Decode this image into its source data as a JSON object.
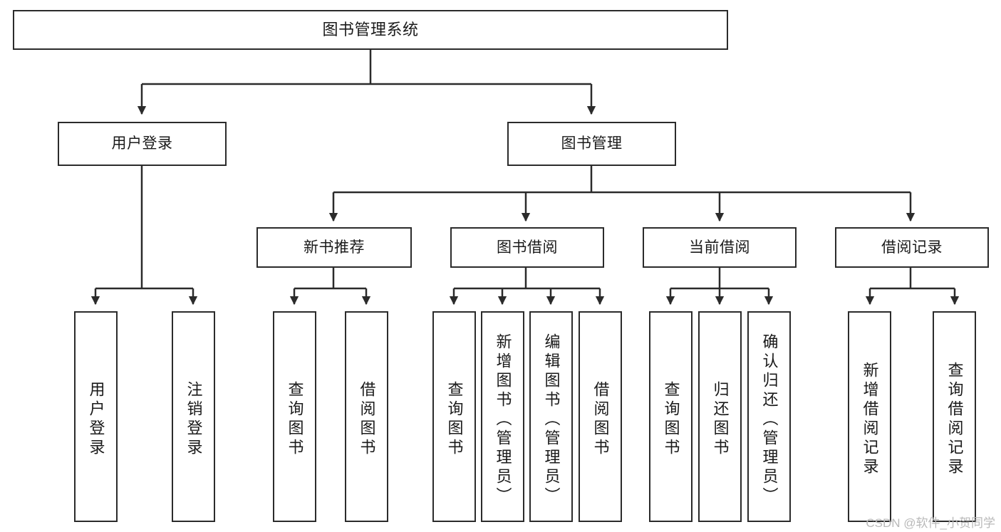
{
  "diagram": {
    "title": "图书管理系统",
    "type": "tree",
    "style": {
      "border_color": "#2b2b2b",
      "fill_color": "#ffffff",
      "text_color": "#1a1a1a",
      "background": "#ffffff"
    },
    "root": {
      "label": "图书管理系统"
    },
    "level1": [
      {
        "label": "用户登录"
      },
      {
        "label": "图书管理"
      }
    ],
    "level2": [
      {
        "label": "新书推荐"
      },
      {
        "label": "图书借阅"
      },
      {
        "label": "当前借阅"
      },
      {
        "label": "借阅记录"
      }
    ],
    "leaves": {
      "user_login": [
        {
          "label": "用户登录"
        },
        {
          "label": "注销登录"
        }
      ],
      "new_book_recommend": [
        {
          "label": "查询图书"
        },
        {
          "label": "借阅图书"
        }
      ],
      "book_borrow": [
        {
          "label": "查询图书"
        },
        {
          "label": "新增图书（管理员）"
        },
        {
          "label": "编辑图书（管理员）"
        },
        {
          "label": "借阅图书"
        }
      ],
      "current_borrow": [
        {
          "label": "查询图书"
        },
        {
          "label": "归还图书"
        },
        {
          "label": "确认归还（管理员）"
        }
      ],
      "borrow_record": [
        {
          "label": "新增借阅记录"
        },
        {
          "label": "查询借阅记录"
        }
      ]
    }
  },
  "watermark": {
    "text": "CSDN @软件_小贺同学"
  }
}
